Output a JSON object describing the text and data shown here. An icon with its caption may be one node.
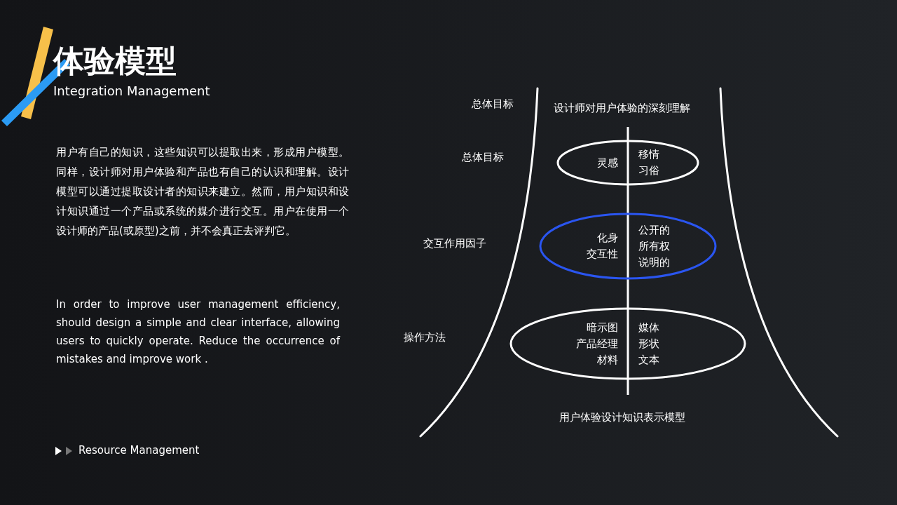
{
  "diagram": {
    "title": "体验模型",
    "nodes": [
      {
        "text": [
          "灵感",
          "移情",
          "习俗"
        ]
      },
      {
        "text": [
          "化身",
          "交互性",
          "公开的",
          "所有权",
          "说明的"
        ]
      },
      {
        "text": [
          "暗示图",
          "产品经理",
          "材料",
          "媒体",
          "形状",
          "文本"
        ]
      }
    ],
    "labels": [
      "Integration Management",
      "用户有自己的知识，这些知识可以提取出来，形成用户模型。同样，设计师对用户体验和产品也有自己的认识和理解。设计模型可以通过提取设计者的知识来建立。然而，用户知识和设计知识通过一个产品或系统的媒介进行交互。用户在使用一个设计师的产品(或原型)之前，并不会真正去评判它。",
      "In order to improve user management efficiency, should design a simple and clear interface, allowing users to quickly operate. Reduce the occurrence of mistakes and improve work .",
      "Resource Management",
      "总体目标",
      "设计师对用户体验的深刻理解",
      "总体目标",
      "交互作用因子",
      "操作方法",
      "用户体验设计知识表示模型"
    ]
  }
}
